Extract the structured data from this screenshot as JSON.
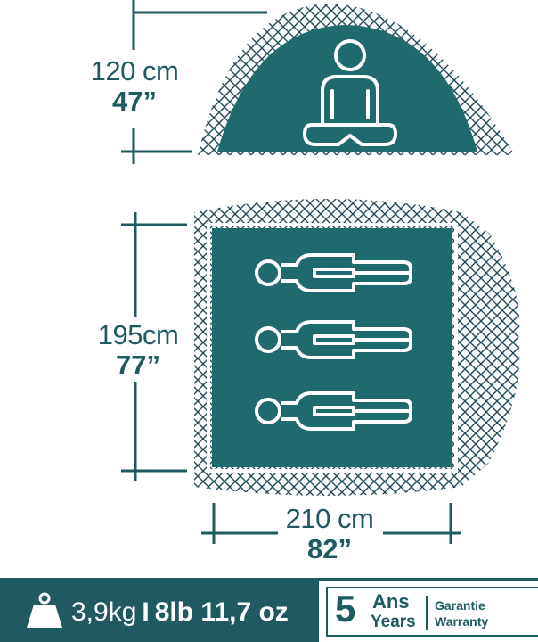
{
  "colors": {
    "primary": "#1e5a60",
    "fill": "#1e6a6d",
    "mesh": "#1e4a5a",
    "background": "#ffffff"
  },
  "height": {
    "metric": "120 cm",
    "imperial": "47”"
  },
  "depth": {
    "metric": "195cm",
    "imperial": "77”"
  },
  "width": {
    "metric": "210 cm",
    "imperial": "82”"
  },
  "weight": {
    "metric": "3,9kg",
    "separator": "I",
    "imperial": "8lb 11,7 oz",
    "icon": "weight-icon"
  },
  "warranty": {
    "number": "5",
    "fr": "Ans",
    "en": "Years",
    "line1": "Garantie",
    "line2": "Warranty"
  },
  "icons": {
    "side_view": "seated-person-icon",
    "top_view": "lying-person-icon"
  }
}
